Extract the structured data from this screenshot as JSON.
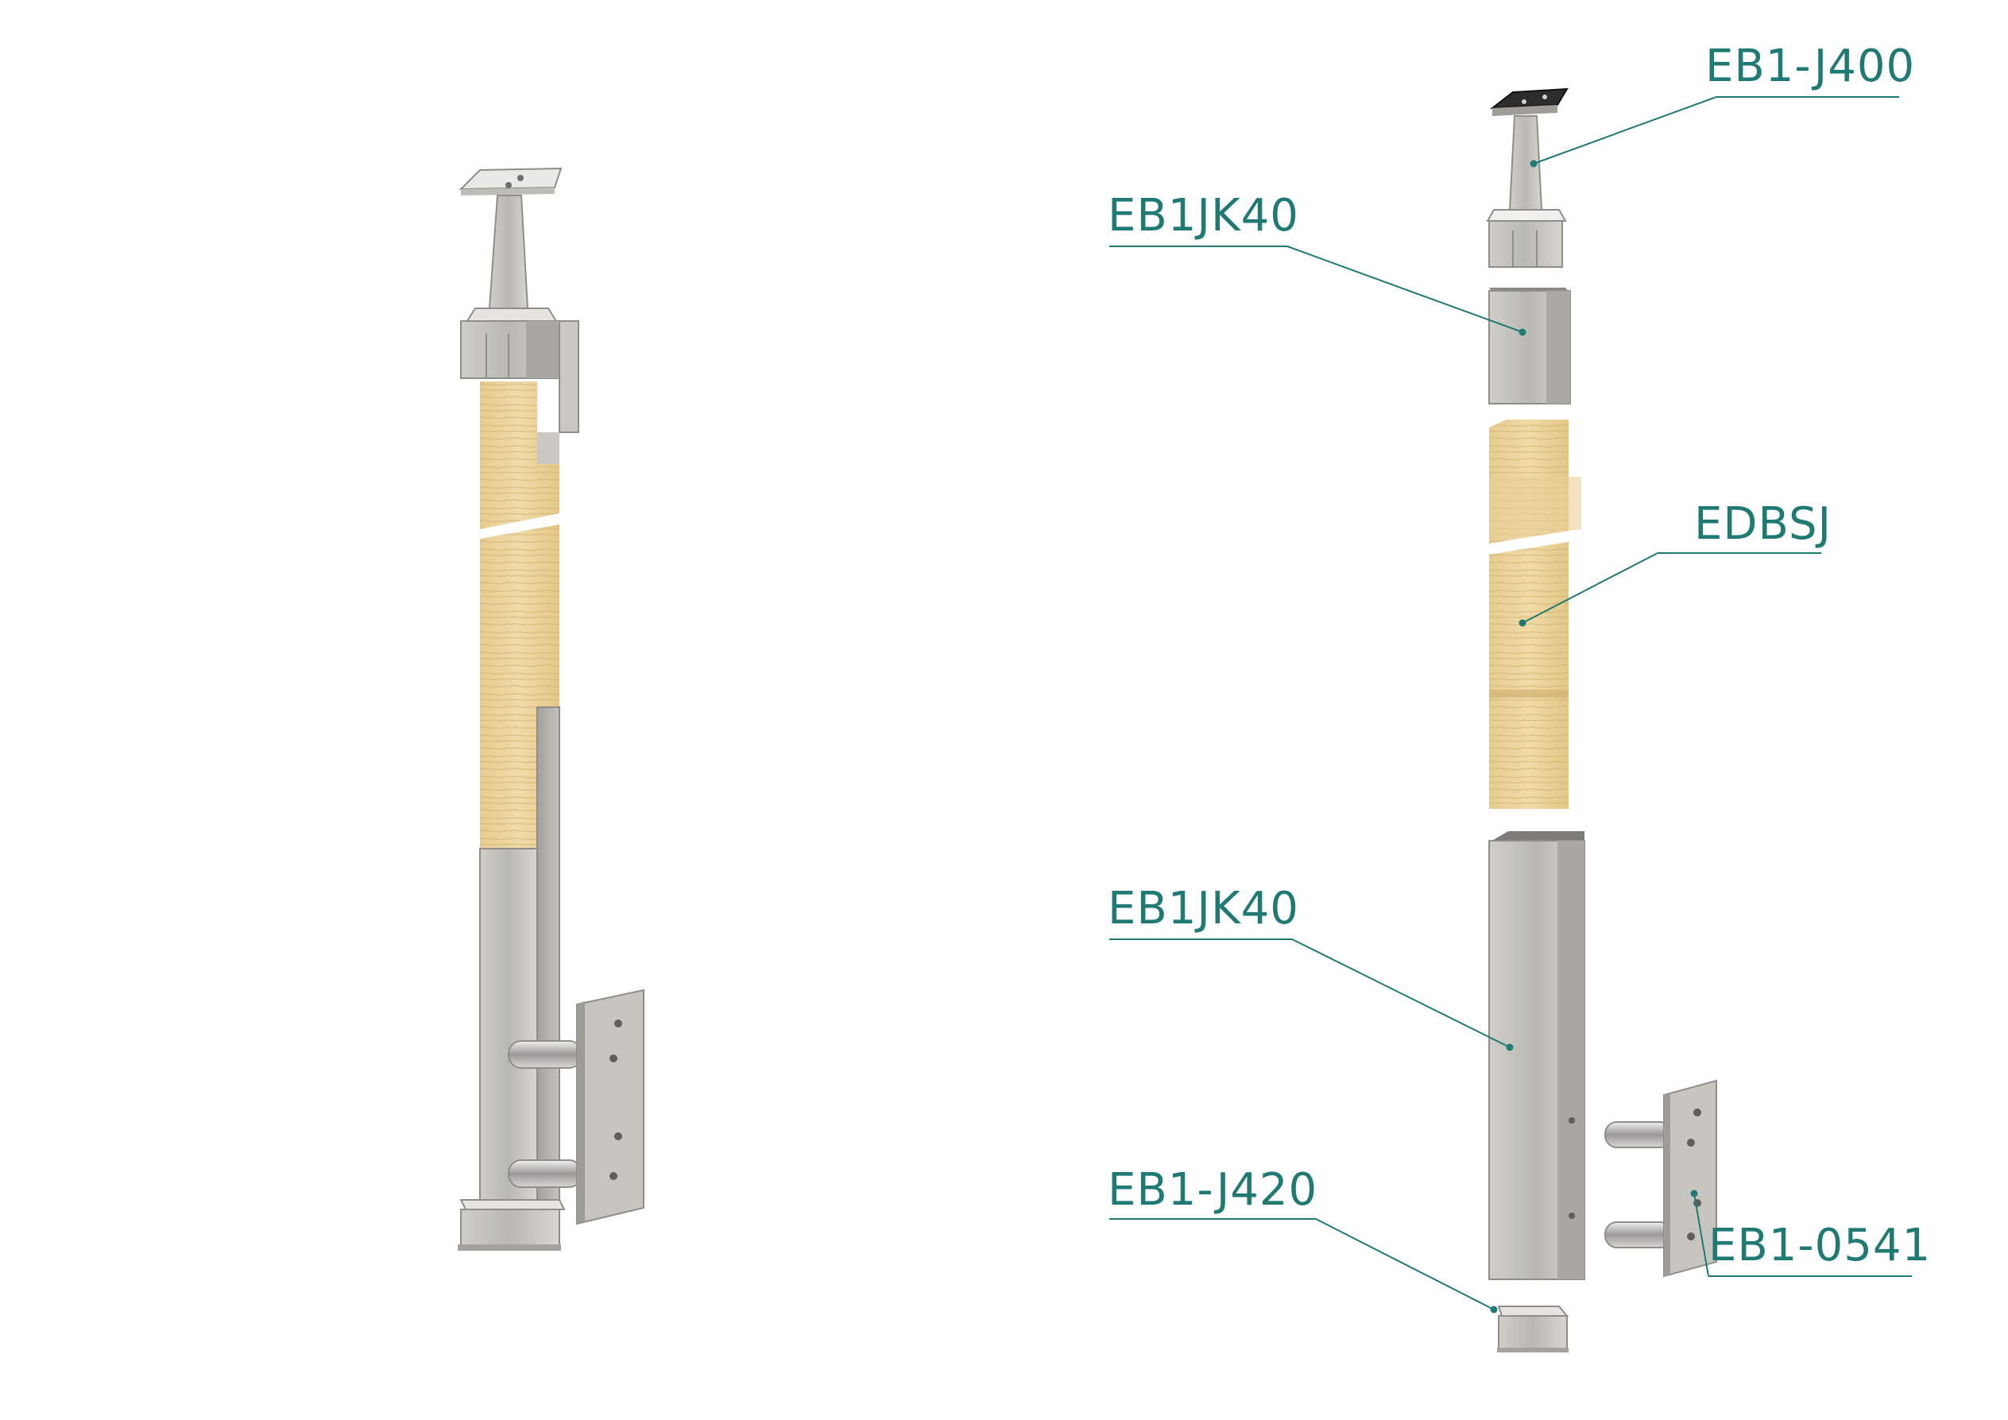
{
  "colors": {
    "accent": "#1e7a73",
    "steel_light": "#d9d8d4",
    "steel_mid": "#b9b8b3",
    "steel_dark": "#8f8e8a",
    "wood_light": "#f2deae",
    "wood_mid": "#e7cd92",
    "wood_dark": "#d6b676"
  },
  "callouts": {
    "handrail_support": "EB1-J400",
    "top_sleeve": "EB1JK40",
    "wood_insert": "EDBSJ",
    "lower_tube": "EB1JK40",
    "end_cap": "EB1-J420",
    "side_mount_bracket": "EB1-0541"
  }
}
